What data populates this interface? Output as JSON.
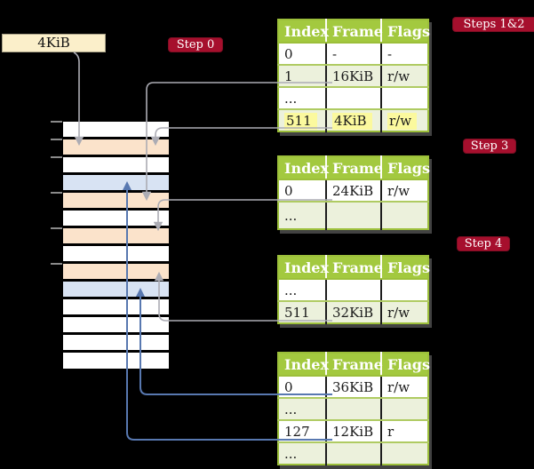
{
  "frame_label_box": {
    "text": "4KiB"
  },
  "step_badges": {
    "step0": "Step 0",
    "steps12": "Steps 1&2",
    "step3": "Step 3",
    "step4": "Step 4"
  },
  "page_tables": [
    {
      "id": "level-1",
      "header": [
        "Index",
        "Frame",
        "Flags"
      ],
      "rows": [
        {
          "cells": [
            "0",
            "-",
            "-"
          ]
        },
        {
          "cells": [
            "1",
            "16KiB",
            "r/w"
          ]
        },
        {
          "cells": [
            "...",
            "",
            ""
          ]
        },
        {
          "cells": [
            "511",
            "4KiB",
            "r/w"
          ],
          "highlighted": true
        }
      ]
    },
    {
      "id": "level-2",
      "header": [
        "Index",
        "Frame",
        "Flags"
      ],
      "rows": [
        {
          "cells": [
            "0",
            "24KiB",
            "r/w"
          ]
        },
        {
          "cells": [
            "...",
            "",
            ""
          ]
        }
      ]
    },
    {
      "id": "level-3",
      "header": [
        "Index",
        "Frame",
        "Flags"
      ],
      "rows": [
        {
          "cells": [
            "...",
            "",
            ""
          ]
        },
        {
          "cells": [
            "511",
            "32KiB",
            "r/w"
          ]
        }
      ]
    },
    {
      "id": "level-4",
      "header": [
        "Index",
        "Frame",
        "Flags"
      ],
      "rows": [
        {
          "cells": [
            "0",
            "36KiB",
            "r/w"
          ]
        },
        {
          "cells": [
            "...",
            "",
            ""
          ]
        },
        {
          "cells": [
            "127",
            "12KiB",
            "r"
          ]
        },
        {
          "cells": [
            "...",
            "",
            ""
          ]
        }
      ]
    }
  ],
  "memory_strip": {
    "row_colors": [
      "white",
      "peach",
      "white",
      "blue",
      "peach",
      "white",
      "peach",
      "white",
      "peach",
      "blue",
      "white",
      "white",
      "white",
      "white"
    ]
  },
  "colors": {
    "header_green": "#A3C93F",
    "light_green_row": "#ECF1DC",
    "table_border_green": "#9CBF3A",
    "highlight_yellow": "#FBF99E",
    "badge_red": "#A60F2D",
    "frame_label_cream": "#FBEFCA",
    "mem_peach": "#FBE3CB",
    "mem_blue": "#D8E3F3",
    "arrow_gray": "#ACACB4",
    "arrow_blue": "#5878B0",
    "tick_gray": "#8A8A8A"
  }
}
